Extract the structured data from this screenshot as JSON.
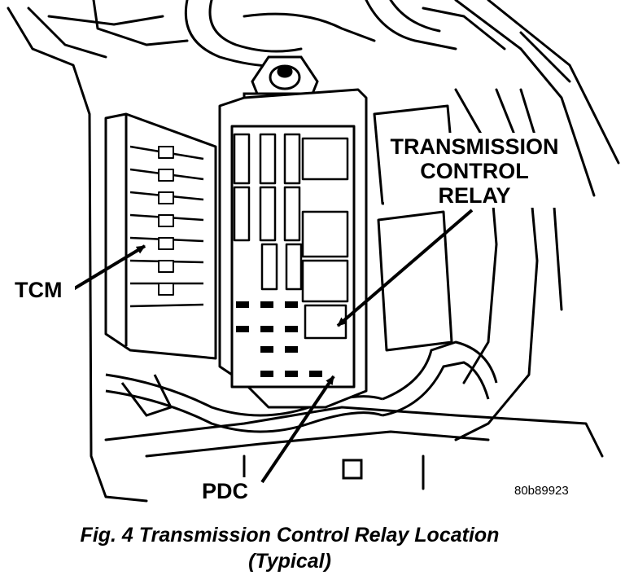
{
  "labels": {
    "relay_line1": "TRANSMISSION",
    "relay_line2": "CONTROL",
    "relay_line3": "RELAY",
    "tcm": "TCM",
    "pdc": "PDC",
    "figure_code": "80b89923"
  },
  "caption": {
    "line1": "Fig. 4 Transmission Control Relay Location",
    "line2": "(Typical)"
  }
}
